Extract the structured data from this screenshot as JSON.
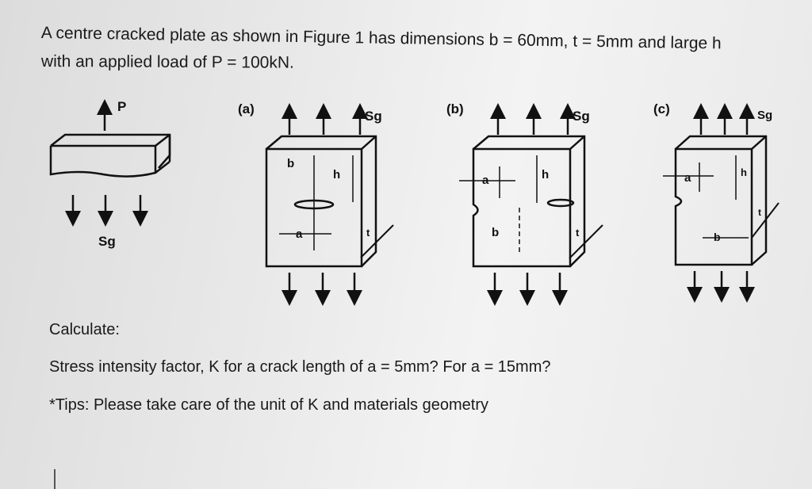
{
  "question": {
    "line1": "A centre cracked plate as shown in Figure 1 has dimensions b = 60mm, t = 5mm and large h",
    "line2": "with an applied load of P = 100kN."
  },
  "figure": {
    "load_label": "P",
    "stress_label": "Sg",
    "panels": [
      {
        "id": "a",
        "title": "(a)",
        "labels": {
          "b": "b",
          "h": "h",
          "a": "a",
          "t": "t",
          "s": "Sg"
        }
      },
      {
        "id": "b",
        "title": "(b)",
        "labels": {
          "b": "b",
          "h": "h",
          "a": "a",
          "t": "t",
          "s": "Sg"
        }
      },
      {
        "id": "c",
        "title": "(c)",
        "labels": {
          "b": "b",
          "h": "h",
          "a": "a",
          "t": "t",
          "s": "Sg"
        }
      }
    ]
  },
  "calculate_label": "Calculate:",
  "task": "Stress intensity factor, K for a crack length of a = 5mm? For a = 15mm?",
  "tips": "*Tips: Please take care of the unit of K and materials geometry"
}
